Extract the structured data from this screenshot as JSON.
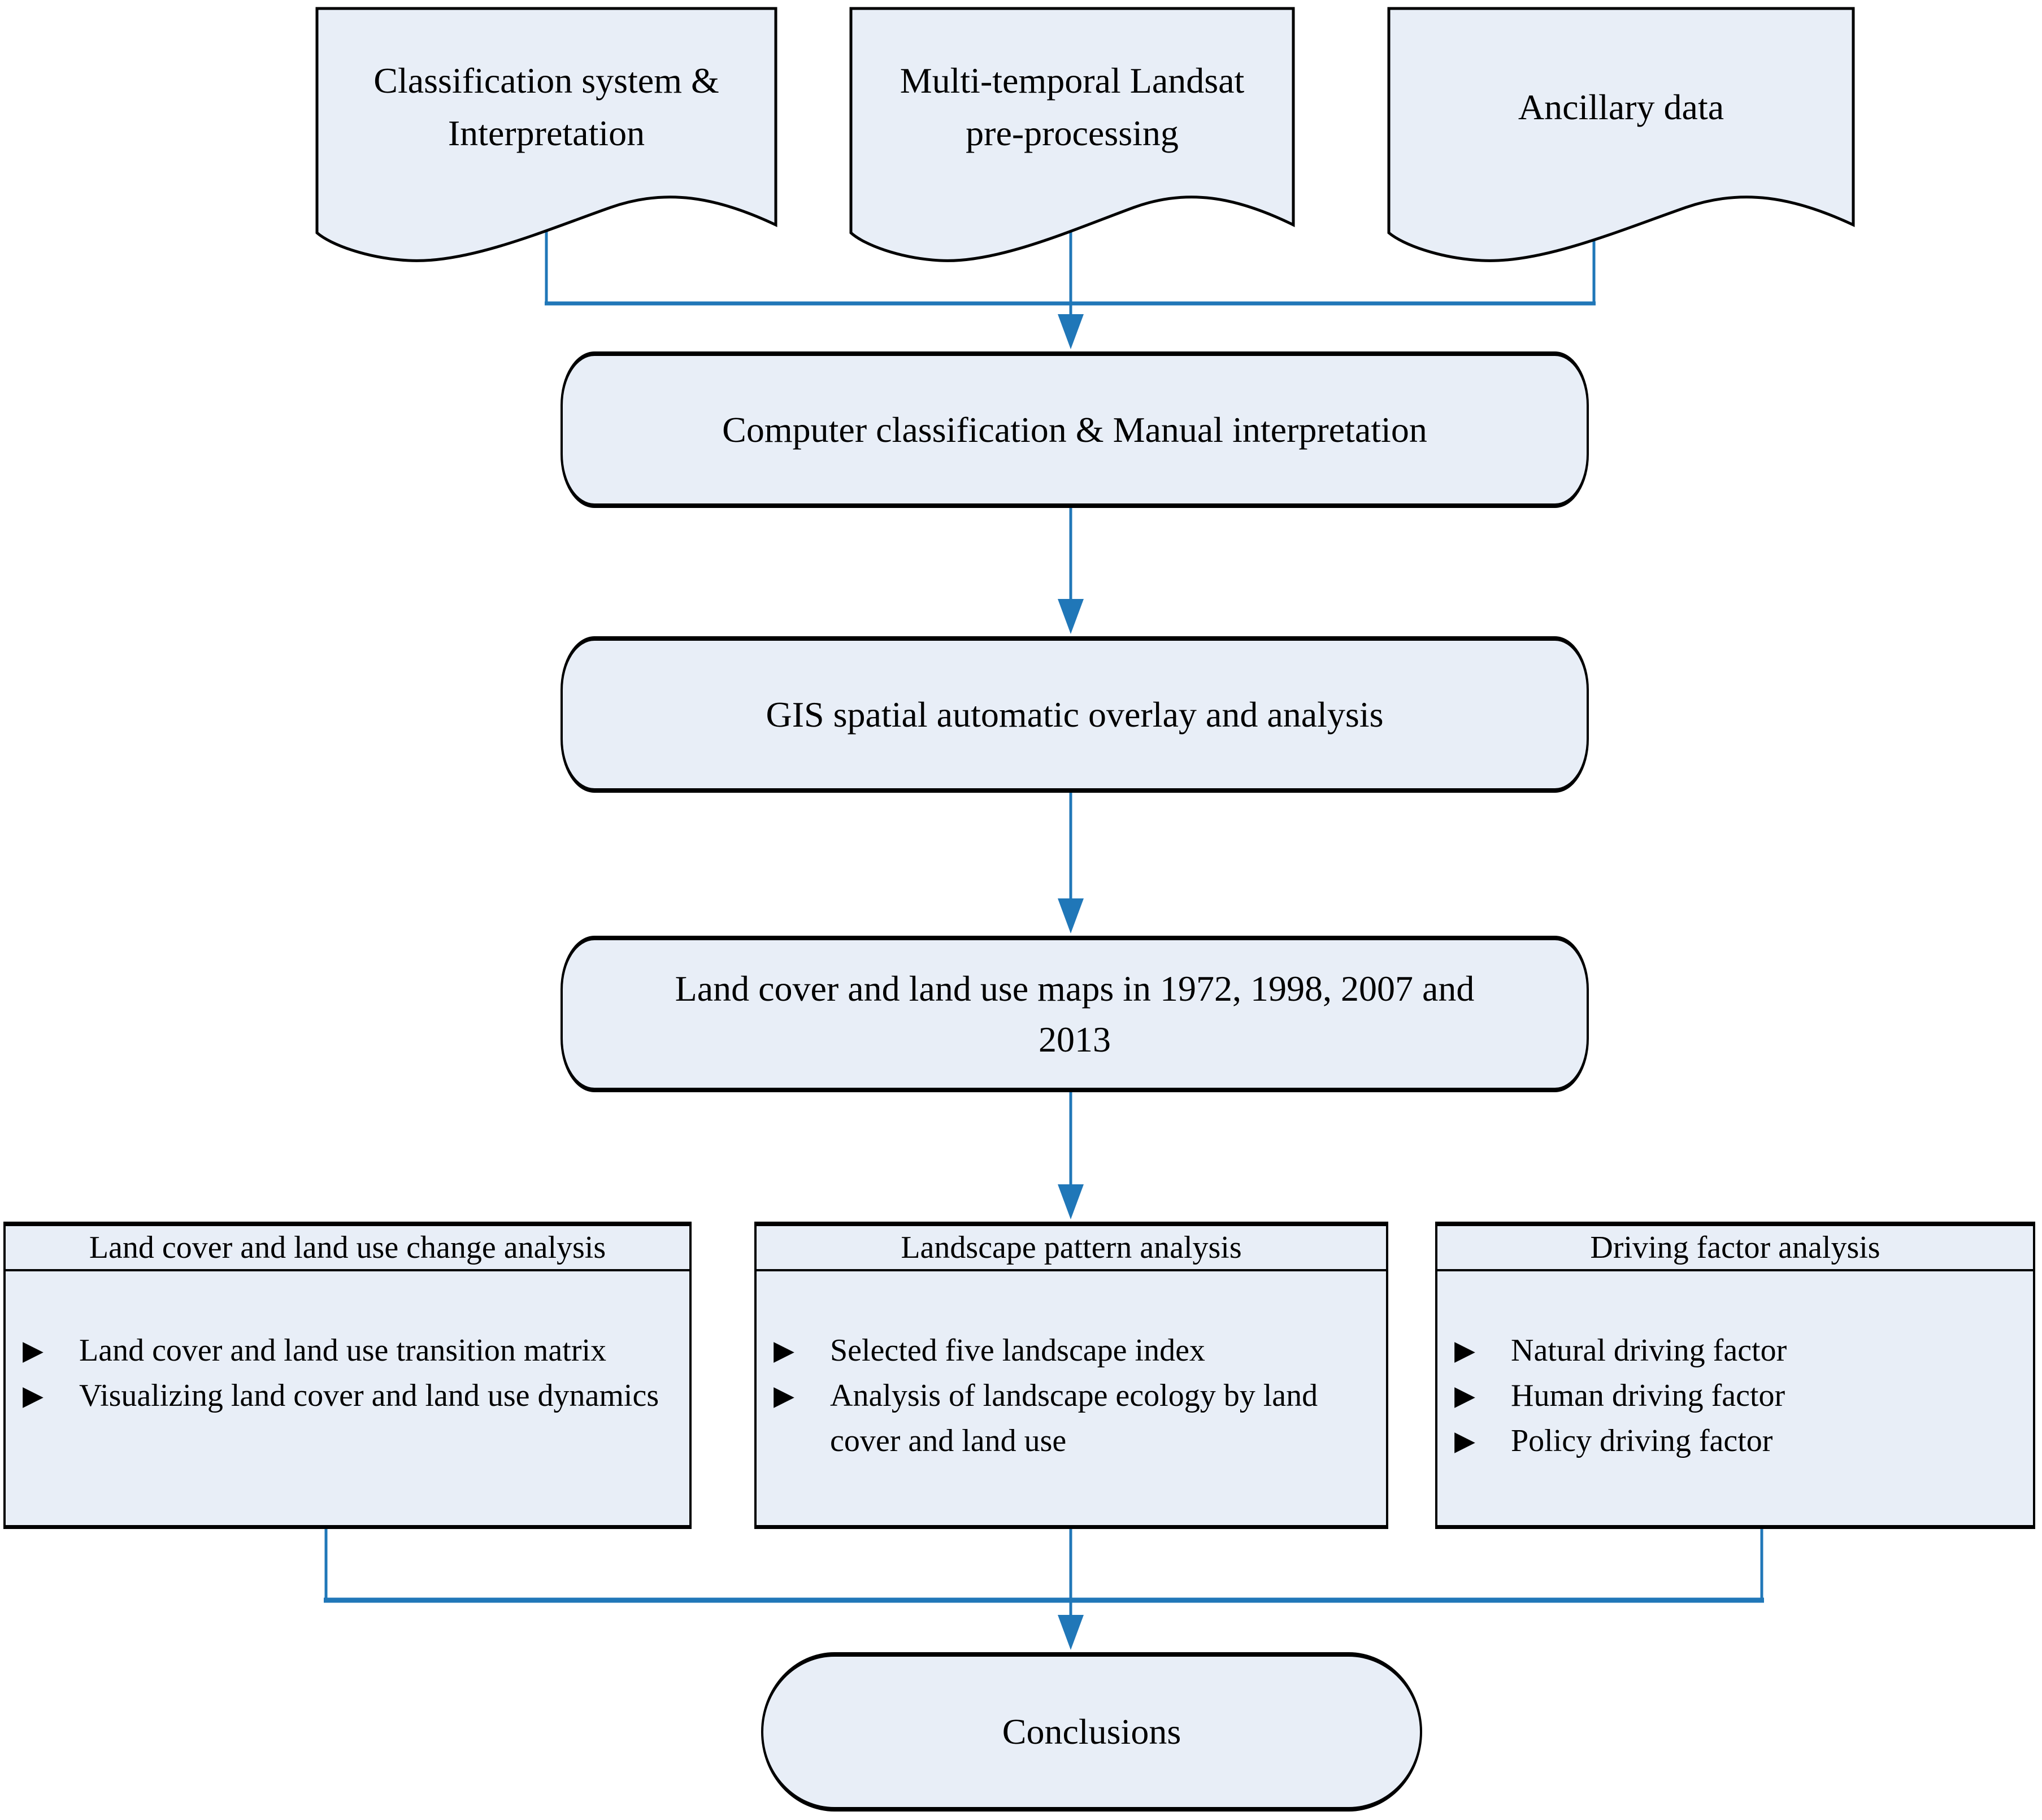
{
  "colors": {
    "background": "#ffffff",
    "shape_fill": "#e8eef7",
    "shape_border": "#000000",
    "connector": "#2077b8"
  },
  "bullet_glyph": "▶",
  "documents": [
    {
      "label": "Classification system &\nInterpretation"
    },
    {
      "label": "Multi-temporal Landsat\npre-processing"
    },
    {
      "label": "Ancillary data"
    }
  ],
  "process_steps": [
    {
      "label": "Computer classification & Manual interpretation"
    },
    {
      "label": "GIS spatial automatic overlay and analysis"
    },
    {
      "label": "Land cover and land use maps in 1972, 1998, 2007 and\n2013"
    }
  ],
  "analysis_panels": [
    {
      "title": "Land cover and land use change analysis",
      "items": [
        "Land cover and land use transition matrix",
        "Visualizing land cover and land use dynamics"
      ]
    },
    {
      "title": "Landscape pattern analysis",
      "items": [
        "Selected five landscape index",
        "Analysis of landscape ecology by land cover and land use"
      ]
    },
    {
      "title": "Driving factor analysis",
      "items": [
        "Natural driving factor",
        "Human driving factor",
        "Policy driving factor"
      ]
    }
  ],
  "terminal": {
    "label": "Conclusions"
  }
}
